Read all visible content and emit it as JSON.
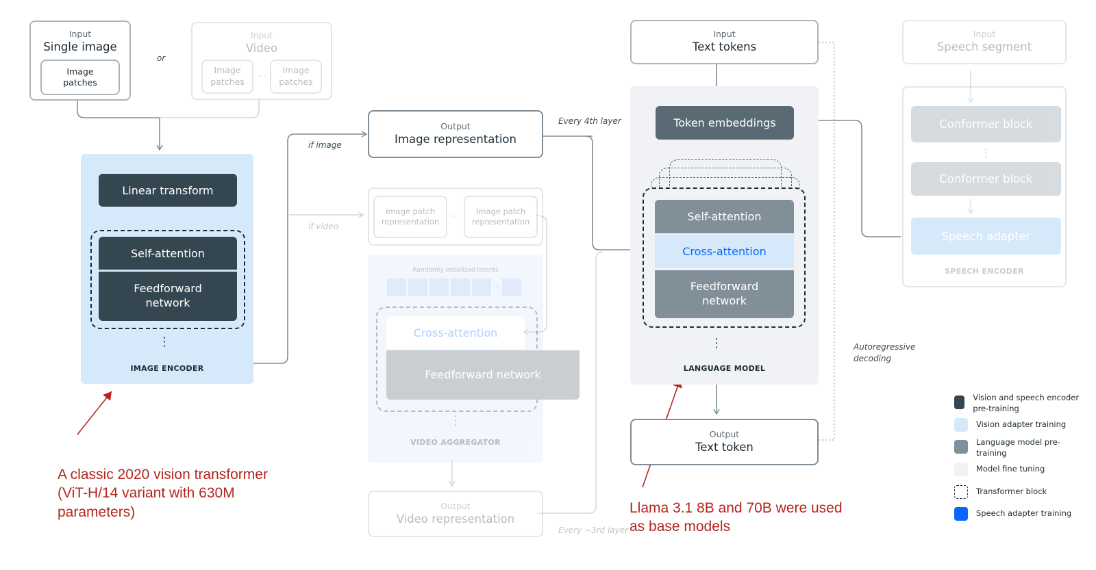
{
  "inputs": {
    "single_image": {
      "caption": "Input",
      "title": "Single image",
      "patches": "Image patches"
    },
    "or_label": "or",
    "video": {
      "caption": "Input",
      "title": "Video",
      "patch_left": "Image patches",
      "dots": "···",
      "patch_right": "Image patches"
    },
    "text_tokens": {
      "caption": "Input",
      "title": "Text tokens"
    },
    "speech": {
      "caption": "Input",
      "title": "Speech segment"
    }
  },
  "image_encoder": {
    "linear_transform": "Linear transform",
    "self_attention": "Self-attention",
    "feedforward": "Feedforward network",
    "ellipsis": "⋮",
    "label": "IMAGE ENCODER"
  },
  "routing": {
    "if_image": "if image",
    "if_video": "if video",
    "every_4th": "Every 4th layer",
    "every_3rd": "Every ~3rd layer"
  },
  "image_representation": {
    "caption": "Output",
    "title": "Image representation"
  },
  "video_patch_reps": {
    "left": "Image patch representation",
    "dots": "···",
    "right": "Image patch representation"
  },
  "video_aggregator": {
    "latents_label": "Randomly initialized latents",
    "latents_dots": "···",
    "cross_attention": "Cross-attention",
    "feedforward": "Feedforward network",
    "ellipsis": "⋮",
    "label": "VIDEO AGGREGATOR"
  },
  "video_representation": {
    "caption": "Output",
    "title": "Video representation"
  },
  "language_model": {
    "token_embeddings": "Token embeddings",
    "self_attention": "Self-attention",
    "cross_attention": "Cross-attention",
    "feedforward": "Feedforward network",
    "ellipsis": "⋮",
    "label": "LANGUAGE MODEL"
  },
  "text_token_output": {
    "caption": "Output",
    "title": "Text token"
  },
  "autoregressive": "Autoregressive decoding",
  "speech_encoder": {
    "conformer_1": "Conformer block",
    "ellipsis": "⋮",
    "conformer_2": "Conformer block",
    "adapter": "Speech adapter",
    "label": "SPEECH ENCODER"
  },
  "legend": [
    {
      "color": "#344650",
      "label": "Vision and speech encoder pre-training"
    },
    {
      "color": "#d6e9fa",
      "label": "Vision adapter training"
    },
    {
      "color": "#818f99",
      "label": "Language model pre-training"
    },
    {
      "color": "#f1f2f5",
      "label": "Model fine tuning"
    },
    {
      "color": "#ffffff",
      "label": "Transformer block",
      "dashed": true
    },
    {
      "color": "#0866ff",
      "label": "Speech adapter training"
    }
  ],
  "annotations": {
    "vit": "A classic 2020 vision transformer (ViT-H/14 variant with 630M parameters)",
    "llama": "Llama 3.1 8B and 70B were used as base models"
  },
  "colors": {
    "annotation": "#b3261e",
    "accent_blue": "#0866ff"
  }
}
